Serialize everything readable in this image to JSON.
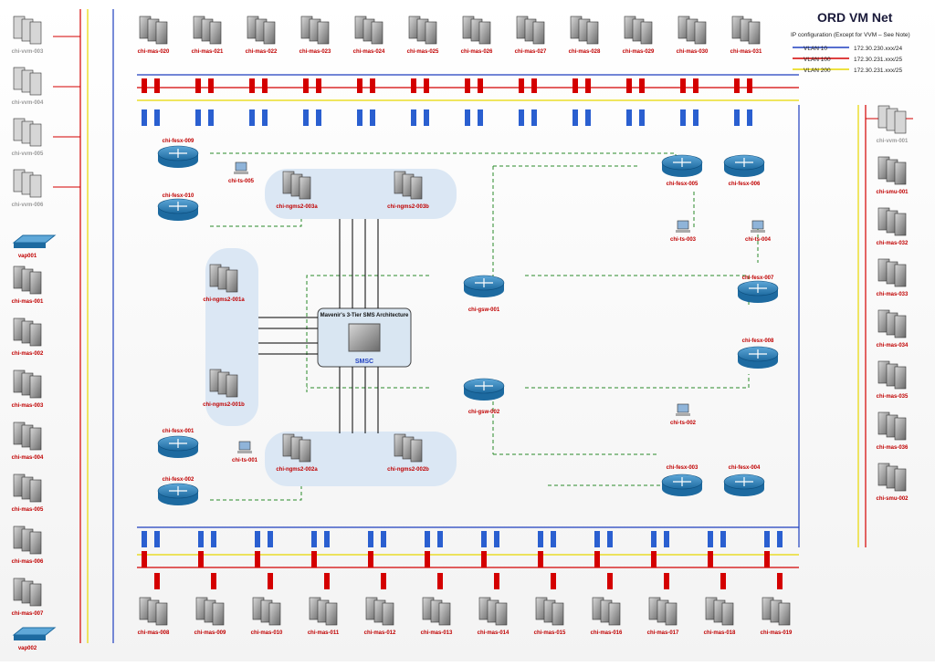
{
  "title": "ORD VM Net",
  "ip_config": {
    "subtitle": "IP configuration (Except for VVM – See Note)",
    "vlans": [
      {
        "label": "VLAN 10",
        "subnet": "172.30.230.xxx/24",
        "color": "#1f3fbf"
      },
      {
        "label": "VLAN 100",
        "subnet": "172.30.231.xxx/25",
        "color": "#d40000"
      },
      {
        "label": "VLAN 200",
        "subnet": "172.30.231.xxx/25",
        "color": "#e8d800"
      }
    ]
  },
  "top_servers": [
    "chi-mas-020",
    "chi-mas-021",
    "chi-mas-022",
    "chi-mas-023",
    "chi-mas-024",
    "chi-mas-025",
    "chi-mas-026",
    "chi-mas-027",
    "chi-mas-028",
    "chi-mas-029",
    "chi-mas-030",
    "chi-mas-031"
  ],
  "bottom_servers": [
    "chi-mas-008",
    "chi-mas-009",
    "chi-mas-010",
    "chi-mas-011",
    "chi-mas-012",
    "chi-mas-013",
    "chi-mas-014",
    "chi-mas-015",
    "chi-mas-016",
    "chi-mas-017",
    "chi-mas-018",
    "chi-mas-019"
  ],
  "left_servers": [
    "chi-mas-001",
    "chi-mas-002",
    "chi-mas-003",
    "chi-mas-004",
    "chi-mas-005",
    "chi-mas-006",
    "chi-mas-007"
  ],
  "right_servers": [
    "chi-smu-001",
    "chi-mas-032",
    "chi-mas-033",
    "chi-mas-034",
    "chi-mas-035",
    "chi-mas-036",
    "chi-smu-002"
  ],
  "vvm_left": [
    "chi-vvm-003",
    "chi-vvm-004",
    "chi-vvm-005",
    "chi-vvm-006"
  ],
  "vvm_right": "chi-vvm-001",
  "vap": [
    "vap001",
    "vap002"
  ],
  "ngms": [
    "chi-ngms2-003a",
    "chi-ngms2-003b",
    "chi-ngms2-001a",
    "chi-ngms2-001b",
    "chi-ngms2-002a",
    "chi-ngms2-002b"
  ],
  "switches": {
    "fesx009": "chi-fesx-009",
    "fesx010": "chi-fesx-010",
    "fesx001": "chi-fesx-001",
    "fesx002": "chi-fesx-002",
    "fesx005": "chi-fesx-005",
    "fesx006": "chi-fesx-006",
    "fesx007": "chi-fesx-007",
    "fesx008": "chi-fesx-008",
    "fesx003": "chi-fesx-003",
    "fesx004": "chi-fesx-004",
    "gsw001": "chi-gsw-001",
    "gsw002": "chi-gsw-002"
  },
  "terminals": {
    "ts005": "chi-ts-005",
    "ts001": "chi-ts-001",
    "ts003": "chi-ts-003",
    "ts004": "chi-ts-004",
    "ts002": "chi-ts-002"
  },
  "smsc": {
    "title": "Mavenir's 3-Tier SMS Architecture",
    "label": "SMSC"
  }
}
